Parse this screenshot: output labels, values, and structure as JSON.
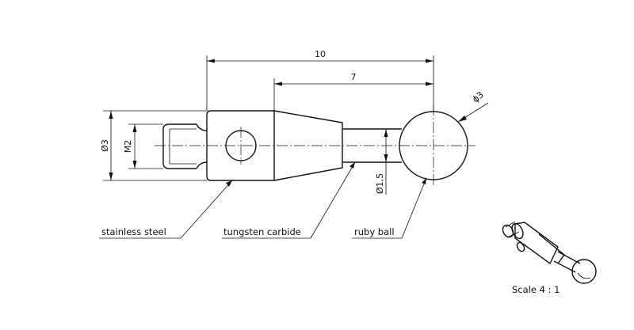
{
  "dimensions": {
    "overall_length": "10",
    "taper_to_ball_center": "7",
    "ball_diameter": "ϕ3",
    "shank_diameter": "Ø3",
    "thread": "M2",
    "stem_diameter": "Ø1,5"
  },
  "labels": {
    "stainless_steel": "stainless steel",
    "tungsten_carbide": "tungsten carbide",
    "ruby_ball": "ruby ball"
  },
  "scale": "Scale 4 : 1"
}
